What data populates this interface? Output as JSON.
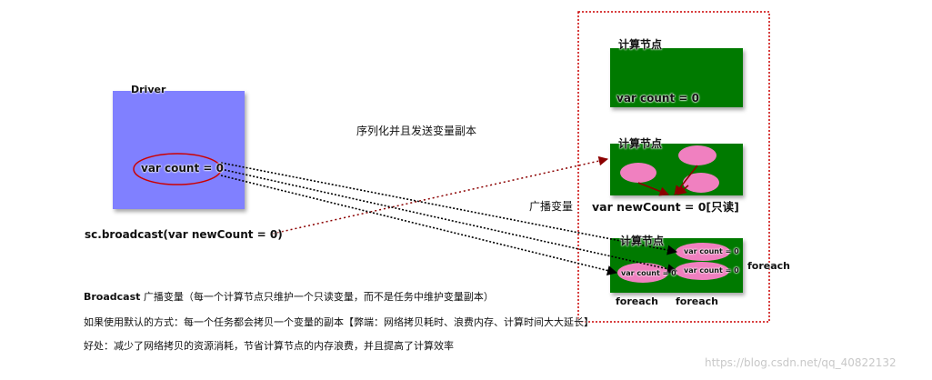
{
  "driver": {
    "title": "Driver",
    "var_count": "var count = 0",
    "broadcast_call": "sc.broadcast(var newCount = 0)"
  },
  "serialize_label": "序列化并且发送变量副本",
  "broadcast_var_label": "广播变量",
  "nodes": [
    {
      "title": "计算节点",
      "var_count": "var count = 0"
    },
    {
      "title": "计算节点",
      "new_count": "var newCount = 0[只读]"
    },
    {
      "title": "计算节点",
      "ellipse_labels": [
        "var count = 0",
        "var count = 0",
        "var count = 0"
      ],
      "foreach_labels": [
        "foreach",
        "foreach",
        "foreach"
      ]
    }
  ],
  "notes": {
    "line1_bold": "Broadcast",
    "line1_rest": " 广播变量（每一个计算节点只维护一个只读变量，而不是任务中维护变量副本）",
    "line2": "如果使用默认的方式：每一个任务都会拷贝一个变量的副本【弊端：网络拷贝耗时、浪费内存、计算时间大大延长】",
    "line3": "好处：减少了网络拷贝的资源消耗，节省计算节点的内存浪费，并且提高了计算效率"
  },
  "watermark": "https://blog.csdn.net/qq_40822132",
  "colors": {
    "driver_fill": "#8080ff",
    "node_fill": "#007a00",
    "ellipse_fill": "#f080c0",
    "red": "#cc0000",
    "dark_red": "#8b0000"
  }
}
